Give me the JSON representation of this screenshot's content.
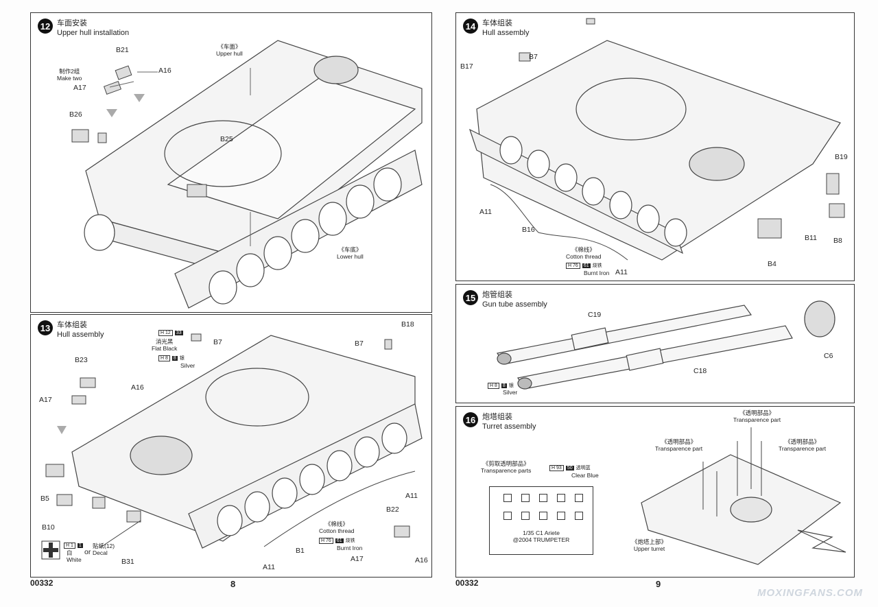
{
  "left_page": {
    "footer_code": "00332",
    "page_number": "8",
    "step12": {
      "number": "12",
      "title_cn": "车面安装",
      "title_en": "Upper hull installation",
      "make_two_cn": "制作2组",
      "make_two_en": "Make two",
      "upper_hull_cn": "《车面》",
      "upper_hull_en": "Upper hull",
      "lower_hull_cn": "《车底》",
      "lower_hull_en": "Lower hull",
      "parts": [
        "B21",
        "A16",
        "A17",
        "B26",
        "B25"
      ]
    },
    "step13": {
      "number": "13",
      "title_cn": "车体组装",
      "title_en": "Hull assembly",
      "parts": [
        "B18",
        "B7",
        "B23",
        "A16",
        "A17",
        "B5",
        "B10",
        "B31",
        "A11",
        "B1",
        "B22",
        "A17",
        "A16",
        "B7",
        "A11"
      ],
      "paint1": {
        "h": "H",
        "num": "12",
        "code": "33",
        "cn": "消光黑",
        "en": "Flat Black"
      },
      "paint2": {
        "h": "H",
        "num": "8",
        "code": "8",
        "cn": "银",
        "en": "Silver"
      },
      "paint3": {
        "h": "H",
        "num": "76",
        "code": "61",
        "cn": "烧铁",
        "en": "Burnt Iron"
      },
      "paint_white": {
        "h": "H",
        "num": "1",
        "code": "1",
        "cn": "白",
        "en": "White"
      },
      "or": "or",
      "decal_cn": "贴纸(12)",
      "decal_en": "Decal",
      "cotton_cn": "《棉线》",
      "cotton_en": "Cotton thread"
    }
  },
  "right_page": {
    "footer_code": "00332",
    "page_number": "9",
    "step14": {
      "number": "14",
      "title_cn": "车体组装",
      "title_en": "Hull assembly",
      "parts": [
        "B7",
        "B17",
        "B19",
        "A11",
        "B16",
        "B11",
        "B8",
        "B4",
        "A11"
      ],
      "cotton_cn": "《棉线》",
      "cotton_en": "Cotton thread",
      "paint": {
        "h": "H",
        "num": "76",
        "code": "61",
        "cn": "烧铁",
        "en": "Burnt Iron"
      }
    },
    "step15": {
      "number": "15",
      "title_cn": "炮管组装",
      "title_en": "Gun tube assembly",
      "parts": [
        "C19",
        "C6",
        "C18"
      ],
      "paint": {
        "h": "H",
        "num": "8",
        "code": "8",
        "cn": "银",
        "en": "Silver"
      }
    },
    "step16": {
      "number": "16",
      "title_cn": "炮塔组装",
      "title_en": "Turret assembly",
      "trans_cut_cn": "《剪取透明部品》",
      "trans_cut_en": "Transparence parts",
      "paint": {
        "h": "H",
        "num": "93",
        "code": "50",
        "cn": "透明蓝",
        "en": "Clear Blue"
      },
      "trans_top_cn": "《透明部品》",
      "trans_top_en": "Transparence part",
      "trans_left_cn": "《透明部品》",
      "trans_left_en": "Transparence part",
      "trans_right_cn": "《透明部品》",
      "trans_right_en": "Transparence part",
      "upper_turret_cn": "《炮塔上部》",
      "upper_turret_en": "Upper turret",
      "sheet_line1": "1/35 C1 Ariete",
      "sheet_line2": "@2004 TRUMPETER"
    }
  },
  "watermark": "MOXINGFANS.COM"
}
